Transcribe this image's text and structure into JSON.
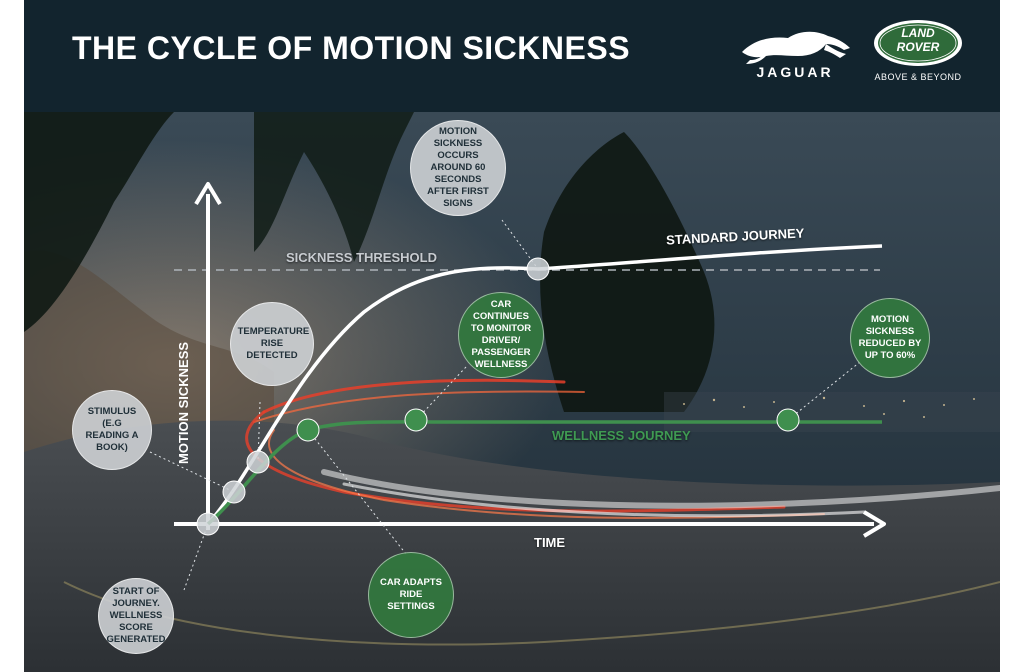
{
  "header": {
    "title": "THE CYCLE OF MOTION SICKNESS",
    "jaguar_wordmark": "JAGUAR",
    "landrover_line1": "LAND",
    "landrover_line2": "ROVER",
    "landrover_tagline": "ABOVE & BEYOND"
  },
  "axes": {
    "y_label": "MOTION SICKNESS",
    "x_label": "TIME"
  },
  "lines": {
    "threshold_label": "SICKNESS THRESHOLD",
    "standard_label": "STANDARD JOURNEY",
    "wellness_label": "WELLNESS JOURNEY"
  },
  "callouts": {
    "start": "START OF JOURNEY. WELLNESS SCORE GENERATED",
    "stimulus": "STIMULUS (E.G READING A BOOK)",
    "temperature": "TEMPERATURE RISE DETECTED",
    "motion_occurs": "MOTION SICKNESS OCCURS AROUND 60 SECONDS AFTER FIRST SIGNS",
    "monitor": "CAR CONTINUES TO MONITOR DRIVER/ PASSENGER WELLNESS",
    "adapts": "CAR ADAPTS RIDE SETTINGS",
    "reduced": "MOTION SICKNESS REDUCED BY UP TO 60%"
  },
  "colors": {
    "header_bg": "#12242e",
    "standard_line": "#ffffff",
    "wellness_line": "#3f8f4e",
    "threshold_line": "#aeb4ba",
    "light_trail_red": "#e8402a",
    "light_trail_white": "#f2f2f2",
    "landrover_green": "#2f6b3a"
  }
}
